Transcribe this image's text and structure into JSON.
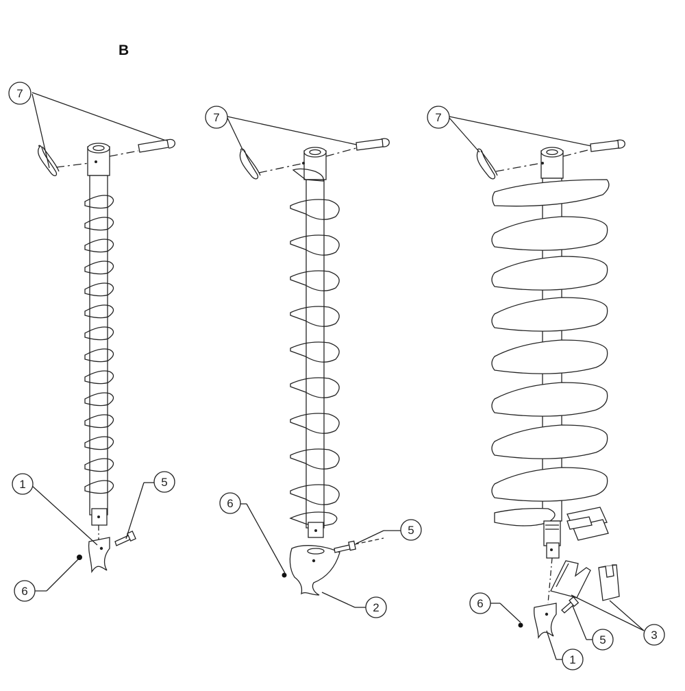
{
  "diagram": {
    "section_letter": "B",
    "colors": {
      "ink": "#222222",
      "background": "#ffffff"
    },
    "augers": [
      {
        "name": "narrow-auger",
        "callouts": [
          {
            "id": "c1",
            "label": "7"
          },
          {
            "id": "c2",
            "label": "1"
          },
          {
            "id": "c3",
            "label": "5"
          },
          {
            "id": "c4",
            "label": "6"
          }
        ]
      },
      {
        "name": "medium-auger",
        "callouts": [
          {
            "id": "c1",
            "label": "7"
          },
          {
            "id": "c2",
            "label": "6"
          },
          {
            "id": "c3",
            "label": "5"
          },
          {
            "id": "c4",
            "label": "2"
          }
        ]
      },
      {
        "name": "wide-auger",
        "callouts": [
          {
            "id": "c1",
            "label": "7"
          },
          {
            "id": "c2",
            "label": "6"
          },
          {
            "id": "c3",
            "label": "5"
          },
          {
            "id": "c4",
            "label": "1"
          },
          {
            "id": "c5",
            "label": "3"
          }
        ]
      }
    ]
  }
}
